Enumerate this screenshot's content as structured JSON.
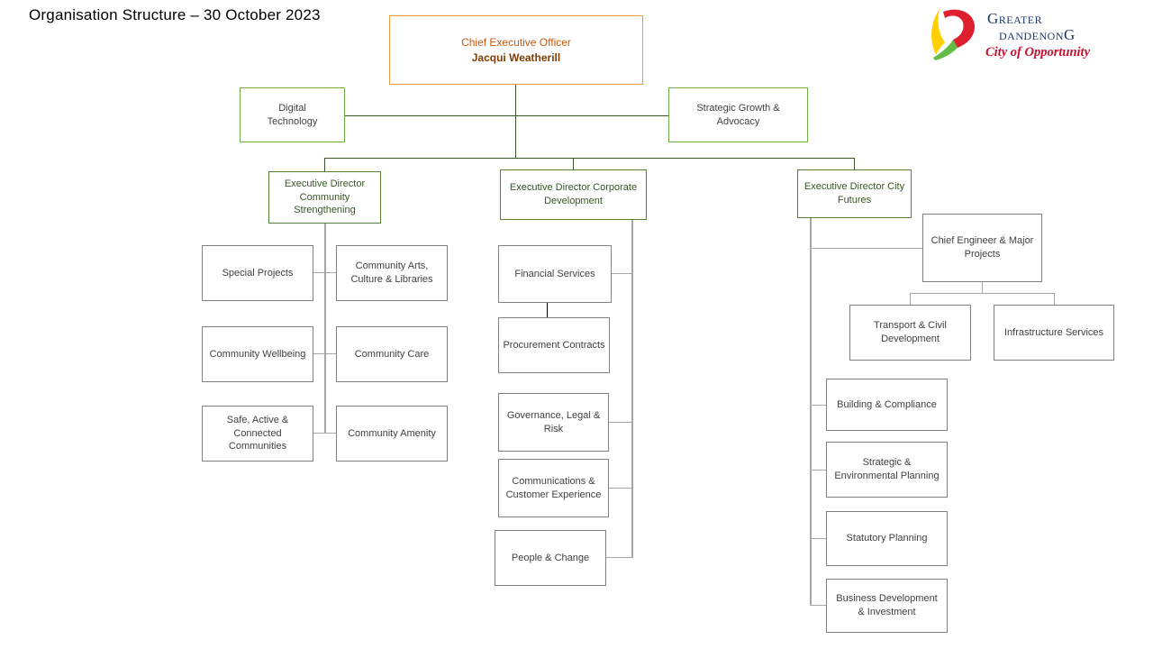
{
  "page": {
    "title": "Organisation Structure – 30 October 2023"
  },
  "logo": {
    "name_line1": "Greater",
    "name_line2": "dandenonG",
    "tagline": "City of Opportunity",
    "colors": {
      "navy": "#1F3864",
      "red": "#C8102E",
      "yellow": "#FFCF01",
      "mark_red": "#DE1F2E",
      "green": "#62BB46"
    }
  },
  "colors": {
    "ceo_border": "#ED9B40",
    "ceo_role_text": "#C55A11",
    "ceo_name_text": "#833C00",
    "green_light_border": "#70AD47",
    "green_dark_border": "#538135",
    "green_text": "#375623",
    "gray_border": "#808080",
    "body_text": "#404040",
    "line_dark_green": "#375623",
    "line_gray": "#A6A6A6"
  },
  "nodes": {
    "ceo": {
      "role": "Chief Executive Officer",
      "name": "Jacqui Weatherill"
    },
    "digital_technology": {
      "label": "Digital\nTechnology"
    },
    "strategic_growth": {
      "label": "Strategic Growth &\nAdvocacy"
    },
    "ed_community": {
      "label": "Executive Director\nCommunity\nStrengthening"
    },
    "ed_corporate": {
      "label": "Executive Director Corporate\nDevelopment"
    },
    "ed_city": {
      "label": "Executive Director City\nFutures"
    },
    "special_projects": {
      "label": "Special Projects"
    },
    "community_arts": {
      "label": "Community Arts,\nCulture & Libraries"
    },
    "community_wellbeing": {
      "label": "Community Wellbeing"
    },
    "community_care": {
      "label": "Community Care"
    },
    "safe_active": {
      "label": "Safe, Active &\nConnected\nCommunities"
    },
    "community_amenity": {
      "label": "Community Amenity"
    },
    "financial_services": {
      "label": "Financial Services"
    },
    "procurement_contracts": {
      "label": "Procurement Contracts"
    },
    "governance_legal": {
      "label": "Governance, Legal &\nRisk"
    },
    "communications": {
      "label": "Communications &\nCustomer Experience"
    },
    "people_change": {
      "label": "People & Change"
    },
    "chief_engineer": {
      "label": "Chief Engineer & Major\nProjects"
    },
    "transport_civil": {
      "label": "Transport & Civil\nDevelopment"
    },
    "infrastructure": {
      "label": "Infrastructure Services"
    },
    "building_compliance": {
      "label": "Building & Compliance"
    },
    "strategic_env": {
      "label": "Strategic &\nEnvironmental Planning"
    },
    "statutory_planning": {
      "label": "Statutory Planning"
    },
    "business_development": {
      "label": "Business Development\n& Investment"
    }
  }
}
